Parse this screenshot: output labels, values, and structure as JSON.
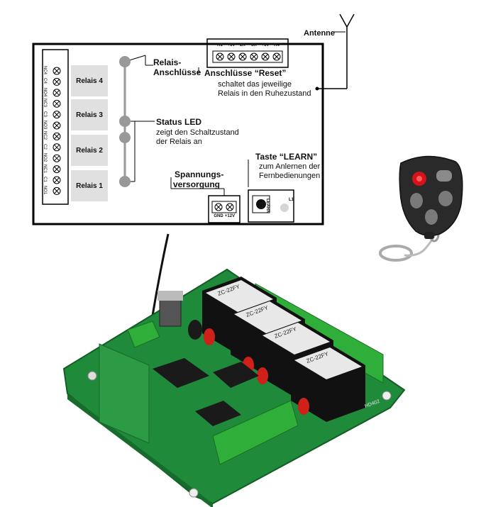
{
  "diagram": {
    "labels": {
      "antenne": "Antenne",
      "relais_anschluesse_1": "Relais-",
      "relais_anschluesse_2": "Anschlüsse",
      "reset_title": "Anschlüsse “Reset”",
      "reset_desc_1": "schaltet das jeweilige",
      "reset_desc_2": "Relais in den Ruhezustand",
      "status_title": "Status LED",
      "status_desc_1": "zeigt den Schaltzustand",
      "status_desc_2": "der Relais an",
      "learn_title": "Taste “LEARN”",
      "learn_desc_1": "zum Anlernen der",
      "learn_desc_2": "Fernbedienungen",
      "power_1": "Spannungs-",
      "power_2": "versorgung"
    },
    "relays": [
      "Relais 4",
      "Relais 3",
      "Relais 2",
      "Relais 1"
    ],
    "reset_pins": [
      "R1",
      "+5V",
      "2R",
      "3R",
      "+5V",
      "R4"
    ],
    "power_pins": [
      "GND",
      "+12V"
    ],
    "learn_label": "LEARN",
    "led_label": "L1",
    "relay_terminals": [
      "NC4",
      "C4",
      "NO4",
      "NC3",
      "C3",
      "NO3",
      "NC2",
      "C2",
      "NO2",
      "NC1",
      "C1",
      "NO1"
    ]
  },
  "photo": {
    "relay_marking": "ZC-22FY",
    "board_label": "HD402",
    "colors": {
      "pcb": "#1f8a3a",
      "relay": "#111111",
      "terminal": "#2fae3a",
      "led": "#d0201a"
    }
  }
}
